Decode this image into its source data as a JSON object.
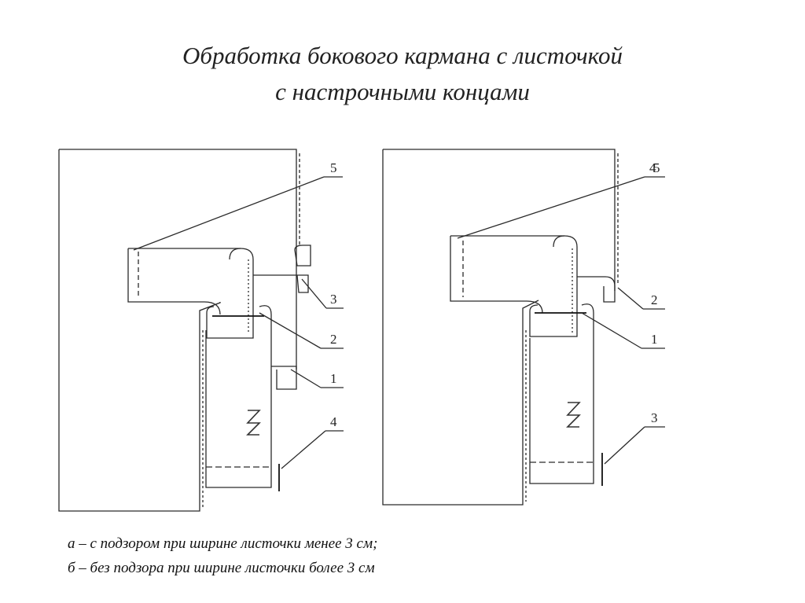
{
  "title": {
    "line1": "Обработка  бокового кармана с листочкой",
    "line2": "с настрочными концами"
  },
  "figure_a": {
    "callouts": [
      "5",
      "3",
      "2",
      "1",
      "4"
    ]
  },
  "figure_b": {
    "callouts": [
      "4",
      "5",
      "2",
      "1",
      "3"
    ]
  },
  "caption": {
    "line1": "а – с подзором при ширине листочки менее 3 см;",
    "line2": "б – без подзора при ширине листочки более 3 см"
  },
  "colors": {
    "line": "#2a2a2a",
    "background": "#ffffff"
  }
}
